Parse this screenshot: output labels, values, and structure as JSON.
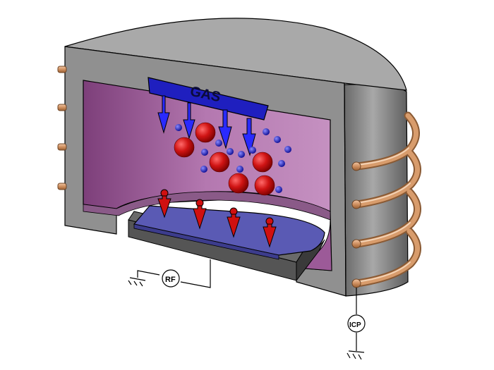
{
  "diagram": {
    "gas_label": "GAS",
    "rf_source_label": "RF",
    "icp_source_label": "ICP"
  },
  "colors": {
    "chamber_wall": "#8f8f8f",
    "chamber_interior": "#a35fa0",
    "gas_inlet": "#1f1fbf",
    "ion": "#cc1010",
    "electron": "#1a1acc",
    "wafer": "#5a5ab4",
    "chuck": "#444444",
    "coil": "#d59a6e"
  }
}
